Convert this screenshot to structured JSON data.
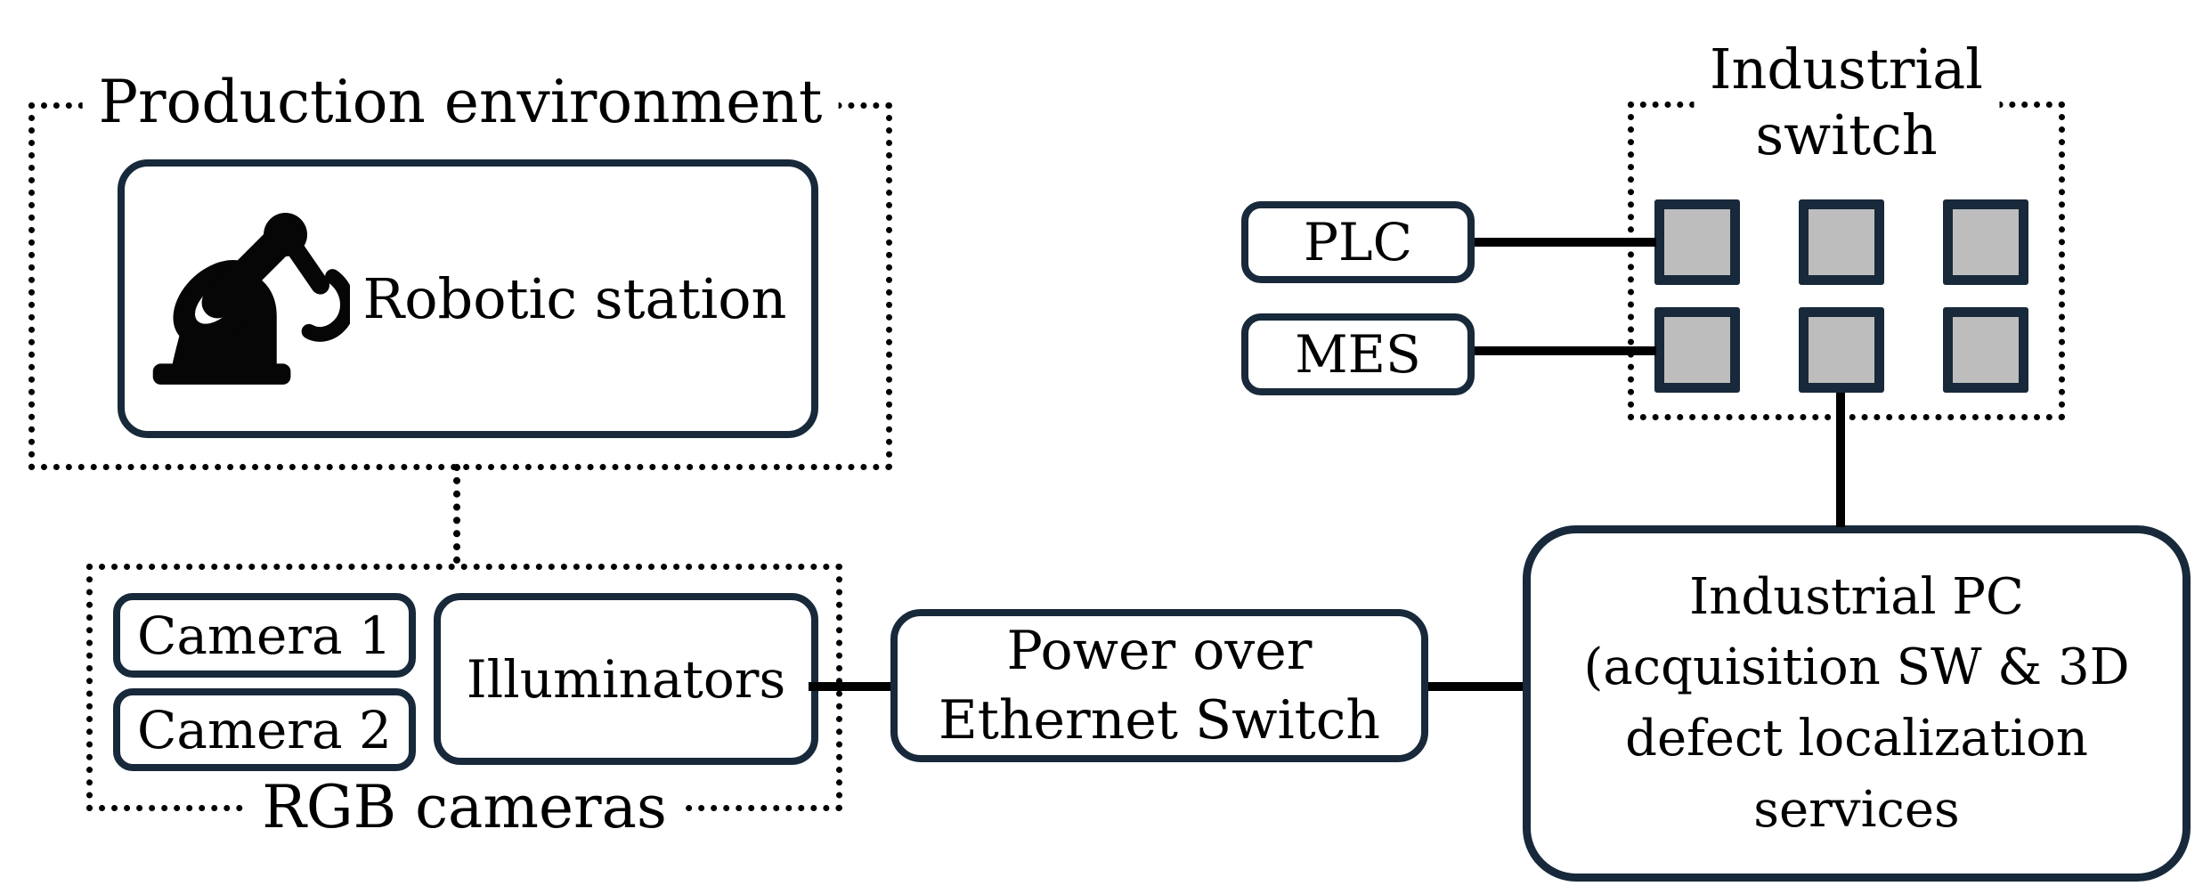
{
  "colors": {
    "box_border_navy": "#17293A",
    "port_gray": "#BDBDBD",
    "line_black": "#000000",
    "background": "#FFFFFF"
  },
  "production_environment": {
    "label": "Production environment",
    "robotic_station_label": "Robotic station"
  },
  "rgb_cameras": {
    "label": "RGB cameras",
    "camera1_label": "Camera 1",
    "camera2_label": "Camera 2",
    "illuminators_label": "Illuminators"
  },
  "poe_switch": {
    "line1": "Power over",
    "line2": "Ethernet Switch"
  },
  "industrial_pc": {
    "line1": "Industrial PC",
    "line2": "(acquisition SW & 3D",
    "line3": "defect localization",
    "line4": "services"
  },
  "industrial_switch": {
    "line1": "Industrial",
    "line2": "switch",
    "port_rows": 2,
    "port_cols": 3
  },
  "plc": {
    "label": "PLC"
  },
  "mes": {
    "label": "MES"
  }
}
